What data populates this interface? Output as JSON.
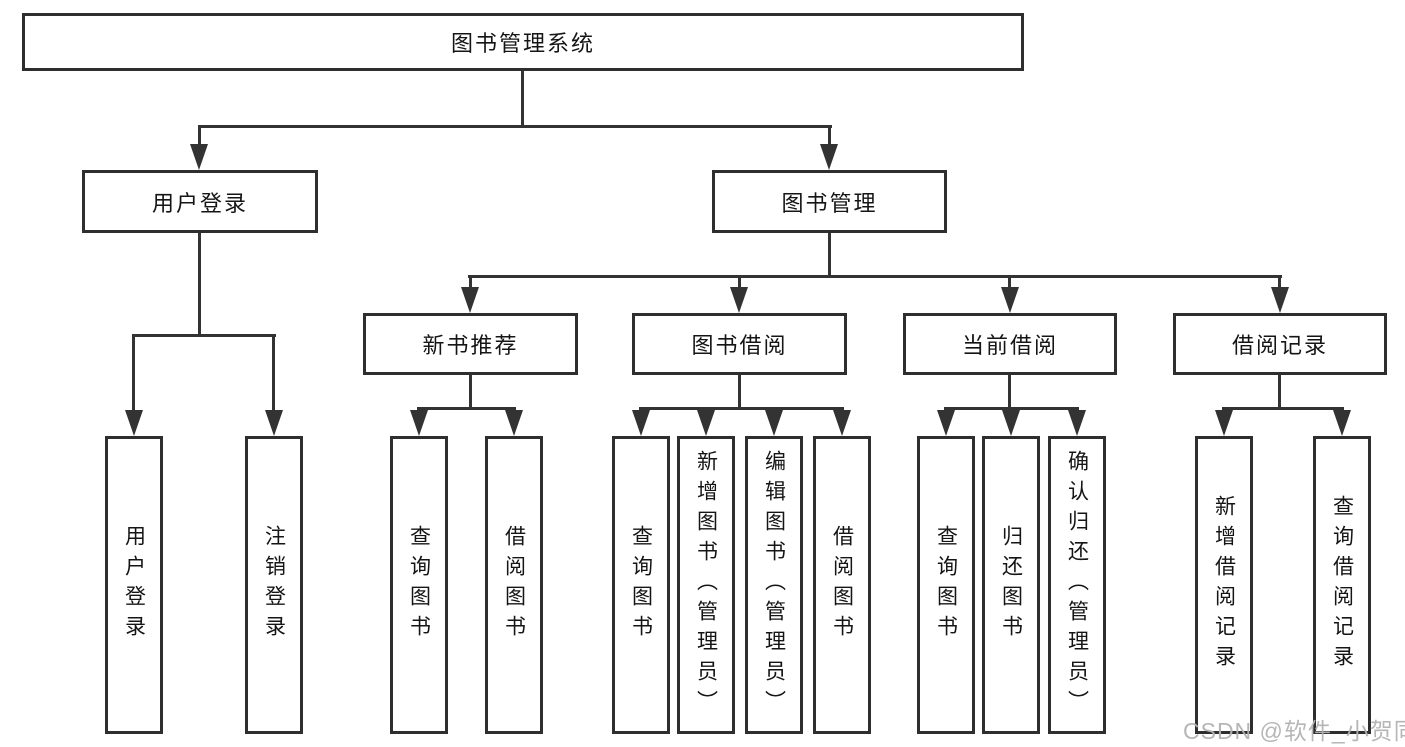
{
  "diagram": {
    "root": {
      "label": "图书管理系统"
    },
    "level2": [
      {
        "label": "用户登录"
      },
      {
        "label": "图书管理"
      }
    ],
    "level3": [
      {
        "label": "新书推荐"
      },
      {
        "label": "图书借阅"
      },
      {
        "label": "当前借阅"
      },
      {
        "label": "借阅记录"
      }
    ],
    "leaves": [
      {
        "label": "用户登录"
      },
      {
        "label": "注销登录"
      },
      {
        "label": "查询图书"
      },
      {
        "label": "借阅图书"
      },
      {
        "label": "查询图书"
      },
      {
        "label": "新增图书（管理员）"
      },
      {
        "label": "编辑图书（管理员）"
      },
      {
        "label": "借阅图书"
      },
      {
        "label": "查询图书"
      },
      {
        "label": "归还图书"
      },
      {
        "label": "确认归还（管理员）"
      },
      {
        "label": "新增借阅记录"
      },
      {
        "label": "查询借阅记录"
      }
    ]
  },
  "colors": {
    "line": "#333333",
    "box_border": "#2e2e2e",
    "text": "#151515",
    "watermark": "#b2b2b2",
    "background": "#ffffff"
  },
  "watermark": {
    "text": "CSDN @软件_小贺同学"
  }
}
